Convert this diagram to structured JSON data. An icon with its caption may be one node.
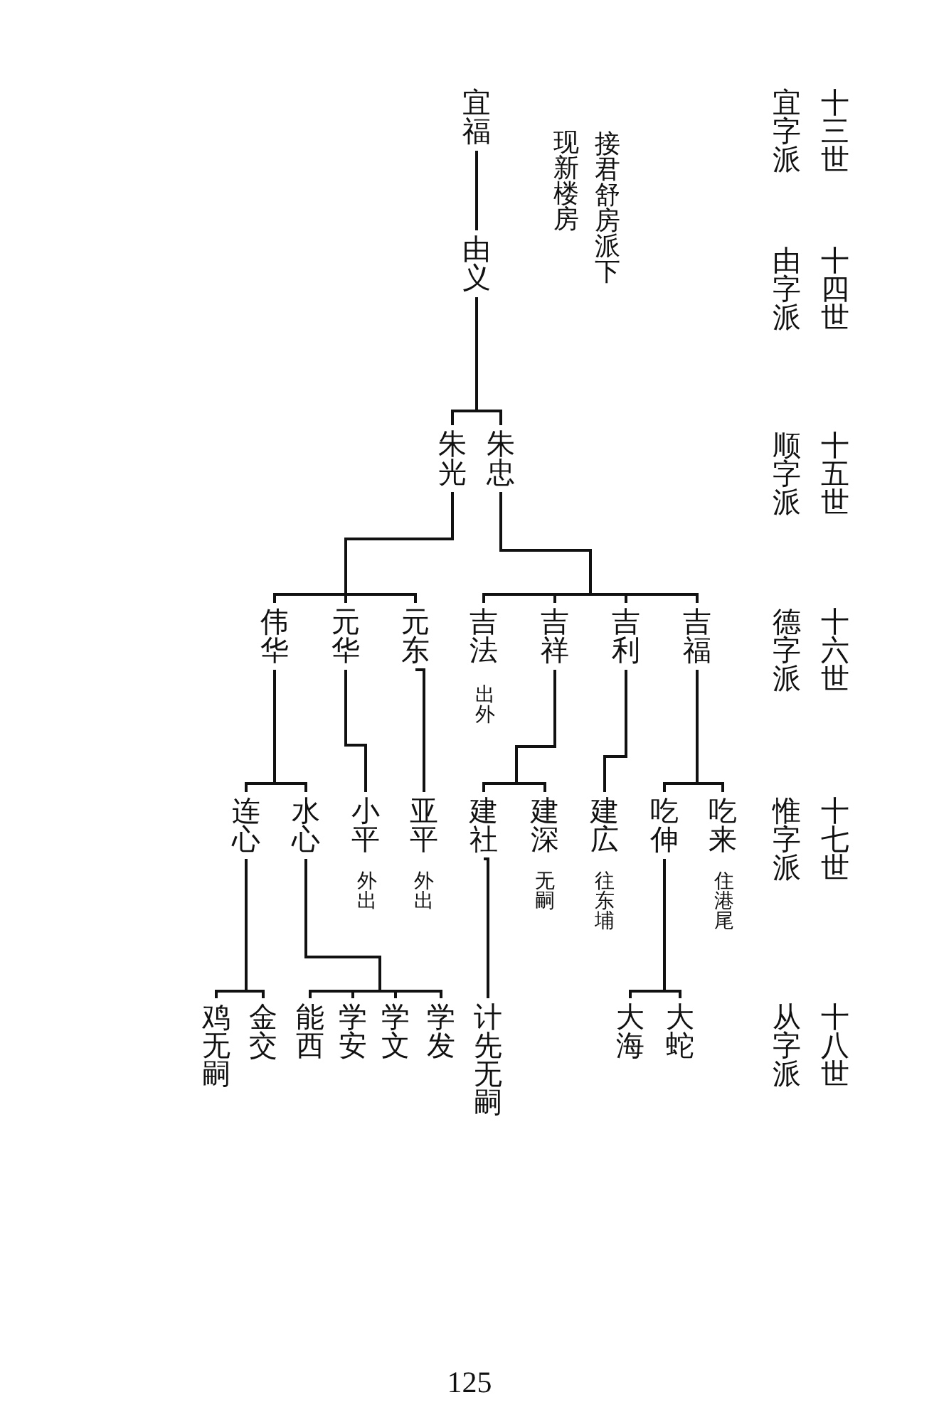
{
  "diagram": {
    "nodes": [
      {
        "text": [
          "宜福"
        ]
      },
      {
        "text": [
          "由义"
        ]
      },
      {
        "text": [
          "朱光"
        ]
      },
      {
        "text": [
          "朱忠"
        ]
      },
      {
        "text": [
          "伟华"
        ]
      },
      {
        "text": [
          "元华"
        ]
      },
      {
        "text": [
          "元东"
        ]
      },
      {
        "text": [
          "吉法"
        ],
        "beside": [
          "出外"
        ]
      },
      {
        "text": [
          "吉祥"
        ]
      },
      {
        "text": [
          "吉利"
        ]
      },
      {
        "text": [
          "吉福"
        ]
      },
      {
        "text": [
          "连心"
        ]
      },
      {
        "text": [
          "水心"
        ]
      },
      {
        "text": [
          "小平"
        ],
        "beside": [
          "外出"
        ]
      },
      {
        "text": [
          "亚平"
        ],
        "beside": [
          "外出"
        ]
      },
      {
        "text": [
          "建社"
        ]
      },
      {
        "text": [
          "建深"
        ],
        "beside": [
          "无嗣"
        ]
      },
      {
        "text": [
          "建広"
        ],
        "beside": [
          "往东埔"
        ]
      },
      {
        "text": [
          "吃伸"
        ]
      },
      {
        "text": [
          "吃来"
        ],
        "beside": [
          "住港尾"
        ]
      },
      {
        "text": [
          "鸡无嗣"
        ]
      },
      {
        "text": [
          "金交"
        ]
      },
      {
        "text": [
          "能西"
        ]
      },
      {
        "text": [
          "学安"
        ]
      },
      {
        "text": [
          "学文"
        ]
      },
      {
        "text": [
          "学发"
        ]
      },
      {
        "text": [
          "计先无嗣"
        ]
      },
      {
        "text": [
          "大海"
        ]
      },
      {
        "text": [
          "大蛇"
        ]
      }
    ],
    "edges": [
      {
        "from": 0,
        "to": 1,
        "arrow": "none"
      },
      {
        "from": 1,
        "to": 2,
        "arrow": "none"
      },
      {
        "from": 1,
        "to": 3,
        "arrow": "none"
      },
      {
        "from": 2,
        "to": 4,
        "arrow": "none"
      },
      {
        "from": 2,
        "to": 5,
        "arrow": "none"
      },
      {
        "from": 2,
        "to": 6,
        "arrow": "none"
      },
      {
        "from": 3,
        "to": 7,
        "arrow": "none"
      },
      {
        "from": 3,
        "to": 8,
        "arrow": "none"
      },
      {
        "from": 3,
        "to": 9,
        "arrow": "none"
      },
      {
        "from": 3,
        "to": 10,
        "arrow": "none"
      },
      {
        "from": 4,
        "to": 11,
        "arrow": "none"
      },
      {
        "from": 4,
        "to": 12,
        "arrow": "none"
      },
      {
        "from": 5,
        "to": 13,
        "arrow": "none"
      },
      {
        "from": 6,
        "to": 14,
        "arrow": "none"
      },
      {
        "from": 8,
        "to": 15,
        "arrow": "none"
      },
      {
        "from": 8,
        "to": 16,
        "arrow": "none"
      },
      {
        "from": 9,
        "to": 17,
        "arrow": "none"
      },
      {
        "from": 10,
        "to": 18,
        "arrow": "none"
      },
      {
        "from": 10,
        "to": 19,
        "arrow": "none"
      },
      {
        "from": 11,
        "to": 20,
        "arrow": "none"
      },
      {
        "from": 11,
        "to": 21,
        "arrow": "none"
      },
      {
        "from": 12,
        "to": 22,
        "arrow": "none"
      },
      {
        "from": 12,
        "to": 23,
        "arrow": "none"
      },
      {
        "from": 12,
        "to": 24,
        "arrow": "none"
      },
      {
        "from": 12,
        "to": 25,
        "arrow": "none"
      },
      {
        "from": 15,
        "to": 26,
        "arrow": "none"
      },
      {
        "from": 18,
        "to": 27,
        "arrow": "none"
      },
      {
        "from": 18,
        "to": 28,
        "arrow": "none"
      }
    ],
    "labels": [
      "接君舒房派下",
      "现新楼房",
      "十三世",
      "宜字派",
      "十四世",
      "由字派",
      "十五世",
      "顺字派",
      "十六世",
      "德字派",
      "十七世",
      "惟字派",
      "十八世",
      "从字派",
      "125"
    ]
  }
}
